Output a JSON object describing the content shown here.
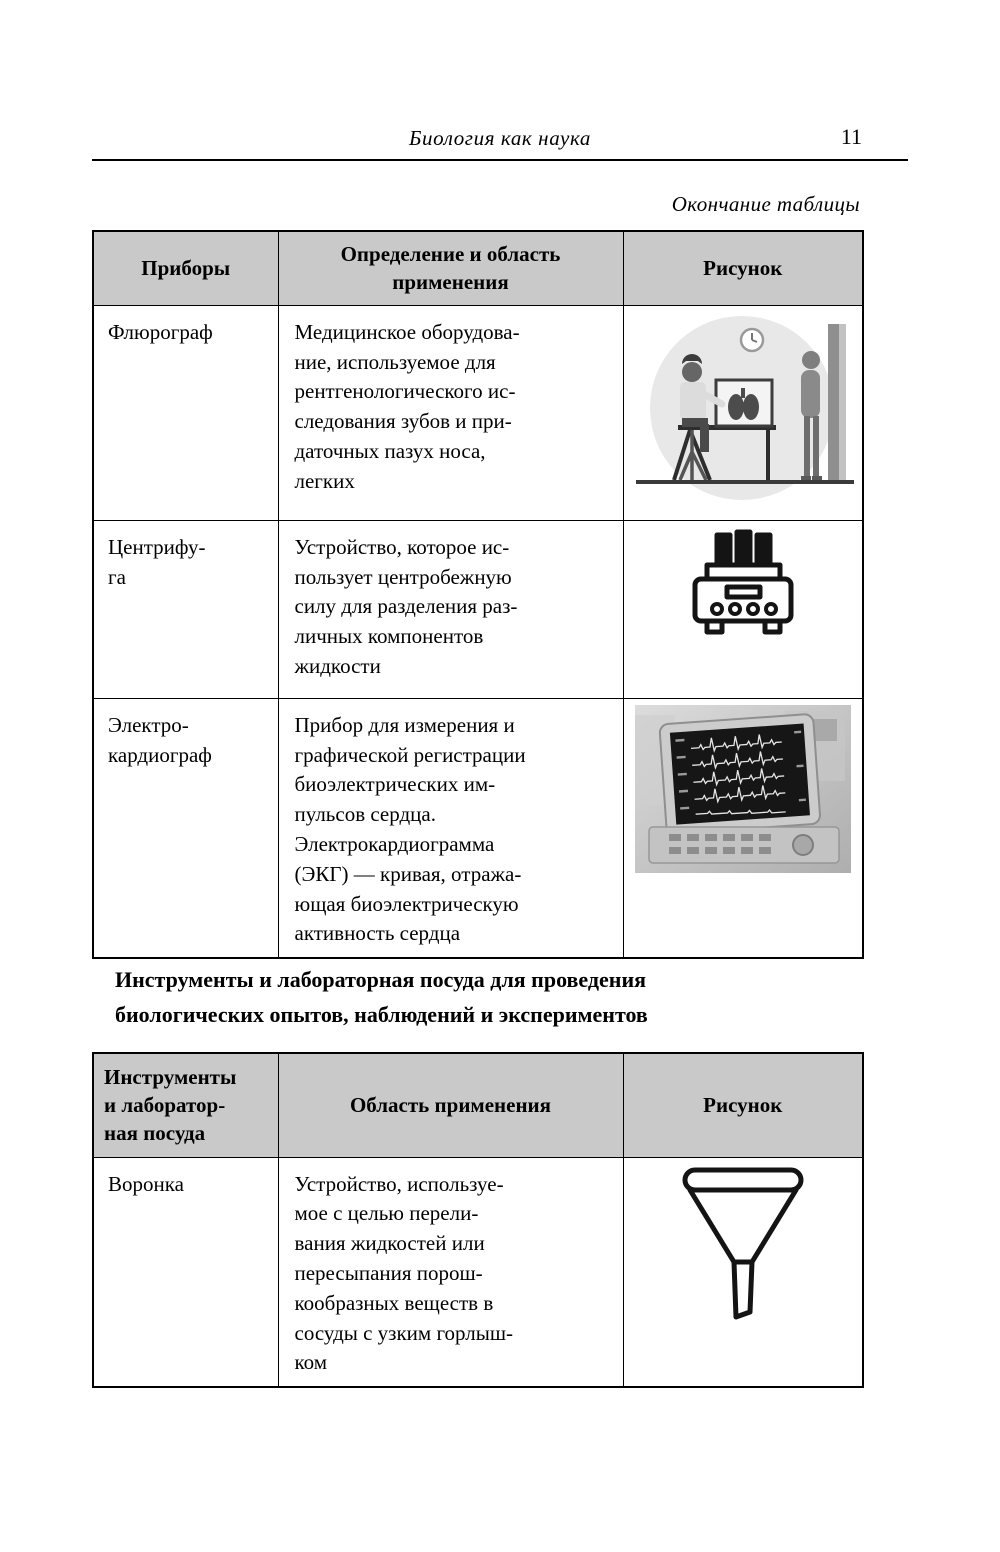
{
  "page": {
    "running_title": "Биология как наука",
    "page_number": "11",
    "table_caption": "Окончание таблицы"
  },
  "table1": {
    "headers": [
      "Приборы",
      "Определение и область\nприменения",
      "Рисунок"
    ],
    "rows": [
      {
        "device": "Флюрограф",
        "description": "Медицинское оборудова-\nние, используемое для\nрентгенологического ис-\nследования зубов и при-\nдаточных пазух носа,\nлегких",
        "figure_icon": "fluorograph-illustration"
      },
      {
        "device": "Центрифу-\nга",
        "description": "Устройство, которое ис-\nпользует центробежную\nсилу для разделения раз-\nличных компонентов\nжидкости",
        "figure_icon": "centrifuge-icon"
      },
      {
        "device": "Электро-\nкардиограф",
        "description": "Прибор для измерения и\nграфической регистрации\nбиоэлектрических им-\nпульсов сердца.\nЭлектрокардиограмма\n(ЭКГ) — кривая, отража-\nющая биоэлектрическую\nактивность сердца",
        "figure_icon": "ecg-machine-photo"
      }
    ]
  },
  "section": {
    "heading": "Инструменты и лабораторная посуда для проведения\nбиологических опытов, наблюдений и экспериментов"
  },
  "table2": {
    "headers": [
      "Инструменты\nи лаборатор-\nная посуда",
      "Область применения",
      "Рисунок"
    ],
    "rows": [
      {
        "device": "Воронка",
        "description": "Устройство, используе-\nмое с целью перели-\nвания жидкостей или\nпересыпания порош-\nкообразных веществ в\nсосуды с узким горлыш-\nком",
        "figure_icon": "funnel-icon"
      }
    ]
  }
}
